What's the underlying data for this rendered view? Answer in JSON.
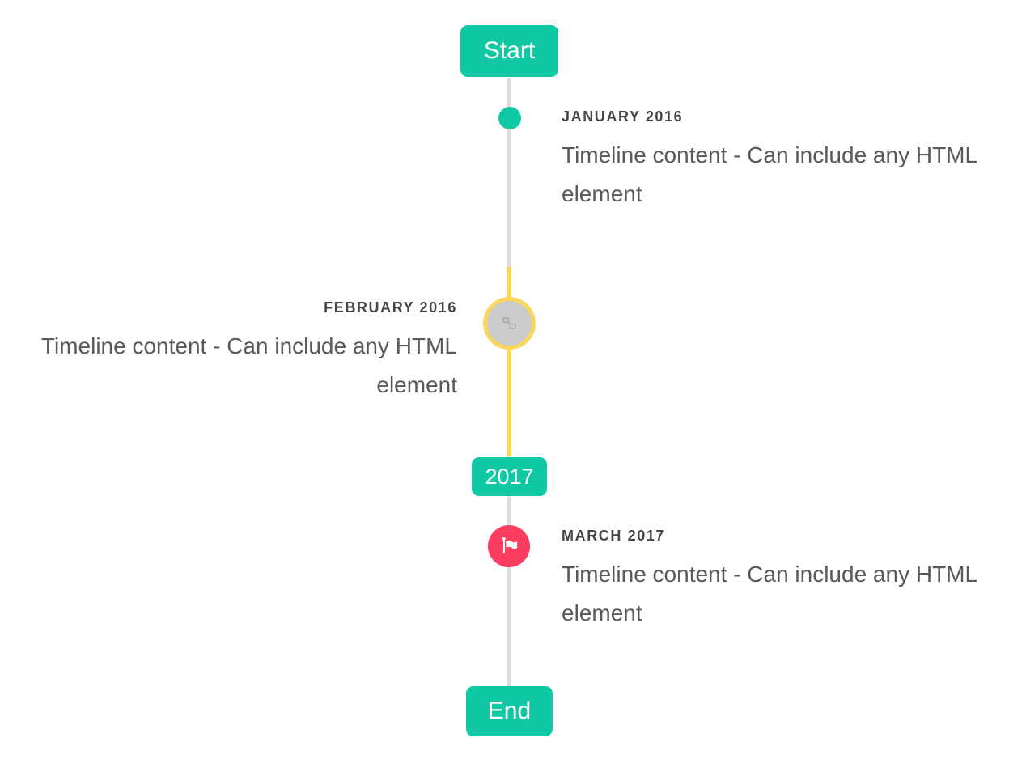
{
  "page": {
    "background_color": "#ffffff",
    "description": "Vertical timeline widget"
  },
  "colors": {
    "accent_teal": "#10c8a3",
    "accent_yellow": "#fbd65c",
    "accent_red": "#fb3d5f",
    "line_gray": "#dddddd",
    "image_circle_fill": "#cbcbcb",
    "title_text": "#454545",
    "body_text": "#58595b",
    "badge_text": "#ffffff"
  },
  "timeline": {
    "start_label": "Start",
    "year_badge_label": "2017",
    "end_label": "End",
    "items": [
      {
        "title": "JANUARY 2016",
        "content": "Timeline content - Can include any HTML element",
        "side": "right",
        "marker": "teal-dot"
      },
      {
        "title": "FEBRUARY 2016",
        "content": "Timeline content - Can include any HTML element",
        "side": "left",
        "marker": "gray-circle-yellow-ring-broken-image"
      },
      {
        "title": "MARCH 2017",
        "content": "Timeline content - Can include any HTML element",
        "side": "right",
        "marker": "red-circle-flag"
      }
    ],
    "icons": {
      "flag": "flag-icon",
      "broken_image": "broken-image-icon"
    }
  }
}
